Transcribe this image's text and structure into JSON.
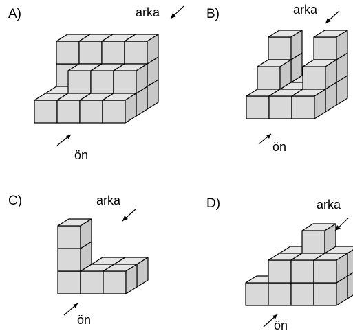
{
  "labels": {
    "word_back": "arka",
    "word_front": "ön"
  },
  "colors": {
    "cube_front": "#d9d9d9",
    "cube_top": "#e6e6e6",
    "cube_side": "#c8c8c8",
    "stroke": "#000000",
    "background": "#ffffff"
  },
  "figures": [
    {
      "id": "A",
      "label": "A)",
      "cells": [
        [
          0,
          0,
          0
        ],
        [
          1,
          0,
          0
        ],
        [
          2,
          0,
          0
        ],
        [
          3,
          0,
          0
        ],
        [
          0,
          0,
          1
        ],
        [
          1,
          0,
          1
        ],
        [
          2,
          0,
          1
        ],
        [
          3,
          0,
          1
        ],
        [
          1,
          1,
          1
        ],
        [
          2,
          1,
          1
        ],
        [
          3,
          1,
          1
        ],
        [
          0,
          0,
          2
        ],
        [
          1,
          0,
          2
        ],
        [
          2,
          0,
          2
        ],
        [
          3,
          0,
          2
        ],
        [
          0,
          1,
          2
        ],
        [
          1,
          1,
          2
        ],
        [
          2,
          1,
          2
        ],
        [
          3,
          1,
          2
        ],
        [
          0,
          2,
          2
        ],
        [
          1,
          2,
          2
        ],
        [
          2,
          2,
          2
        ],
        [
          3,
          2,
          2
        ]
      ]
    },
    {
      "id": "B",
      "label": "B)",
      "cells": [
        [
          0,
          0,
          0
        ],
        [
          1,
          0,
          0
        ],
        [
          2,
          0,
          0
        ],
        [
          0,
          0,
          1
        ],
        [
          1,
          0,
          1
        ],
        [
          2,
          0,
          1
        ],
        [
          0,
          1,
          1
        ],
        [
          2,
          1,
          1
        ],
        [
          0,
          0,
          2
        ],
        [
          1,
          0,
          2
        ],
        [
          2,
          0,
          2
        ],
        [
          0,
          1,
          2
        ],
        [
          2,
          1,
          2
        ],
        [
          0,
          2,
          2
        ],
        [
          2,
          2,
          2
        ]
      ]
    },
    {
      "id": "C",
      "label": "C)",
      "cells": [
        [
          0,
          0,
          0
        ],
        [
          1,
          0,
          0
        ],
        [
          2,
          0,
          0
        ],
        [
          0,
          1,
          0
        ],
        [
          0,
          2,
          0
        ],
        [
          1,
          0,
          1
        ],
        [
          2,
          0,
          1
        ]
      ]
    },
    {
      "id": "D",
      "label": "D)",
      "cells": [
        [
          0,
          0,
          0
        ],
        [
          1,
          0,
          0
        ],
        [
          2,
          0,
          0
        ],
        [
          3,
          0,
          0
        ],
        [
          1,
          1,
          0
        ],
        [
          2,
          1,
          0
        ],
        [
          3,
          1,
          0
        ],
        [
          1,
          0,
          1
        ],
        [
          2,
          0,
          1
        ],
        [
          3,
          0,
          1
        ],
        [
          1,
          1,
          1
        ],
        [
          2,
          1,
          1
        ],
        [
          3,
          1,
          1
        ],
        [
          2,
          2,
          1
        ]
      ]
    }
  ]
}
